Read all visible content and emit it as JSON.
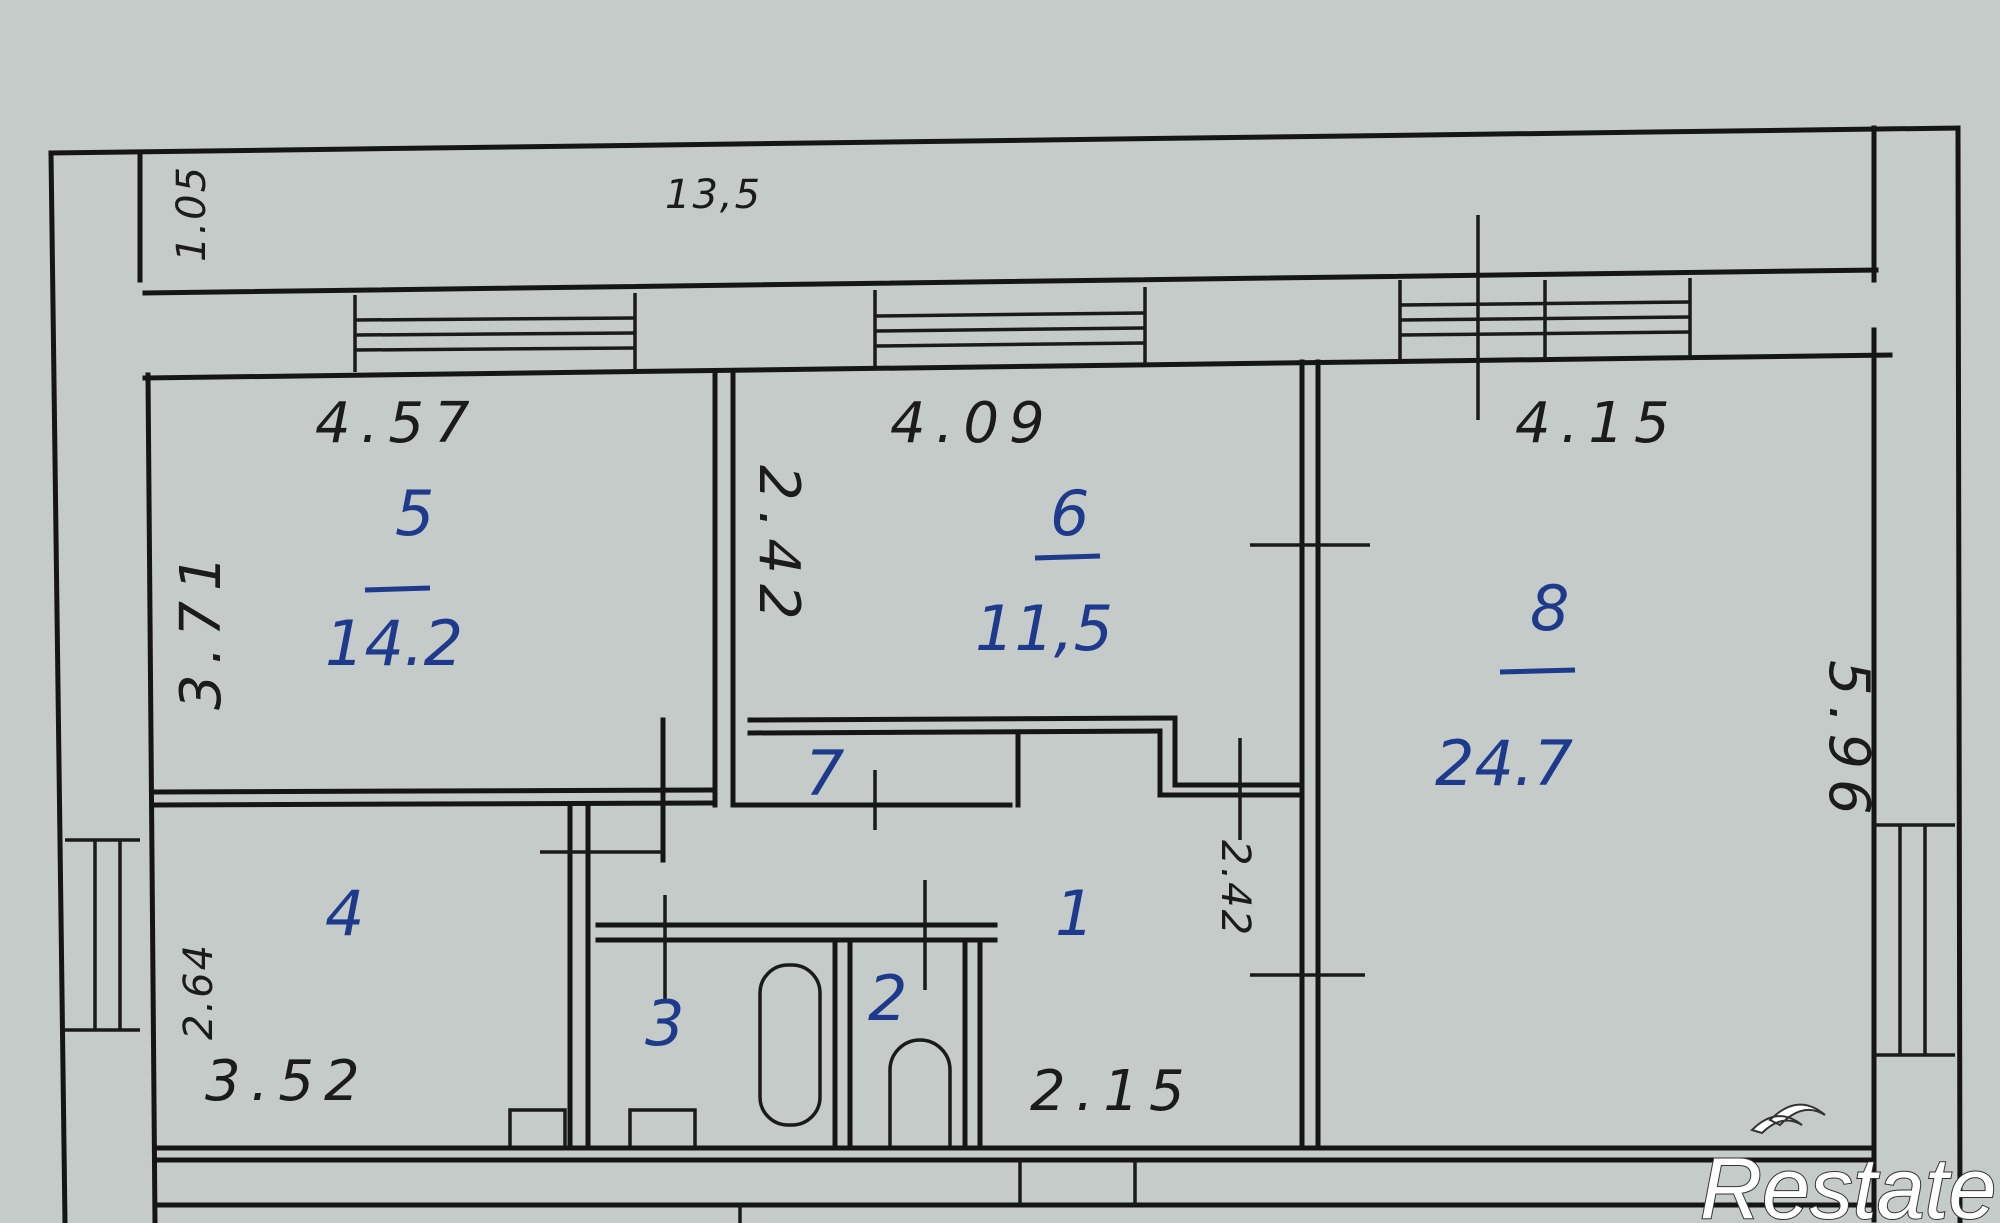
{
  "dimensions": {
    "total_length": "13,5",
    "balcony_depth": "1.05",
    "room5_width": "4.57",
    "room6_width": "4.09",
    "room8_width": "4.15",
    "room5_depth": "3.71",
    "room6_depth": "2.42",
    "room4_depth": "2.64",
    "room4_width": "3.52",
    "hall_depth": "2.42",
    "hall_width": "2.15",
    "room8_depth": "5.96"
  },
  "rooms": [
    {
      "number": "5",
      "area": "14.2"
    },
    {
      "number": "6",
      "area": "11,5"
    },
    {
      "number": "8",
      "area": "24.7"
    },
    {
      "number": "7"
    },
    {
      "number": "4"
    },
    {
      "number": "3"
    },
    {
      "number": "2"
    },
    {
      "number": "1"
    }
  ],
  "watermark": "Restate",
  "colors": {
    "paper": "#c4cbc8",
    "lines": "#151515",
    "room_labels": "#1e3a8c"
  }
}
